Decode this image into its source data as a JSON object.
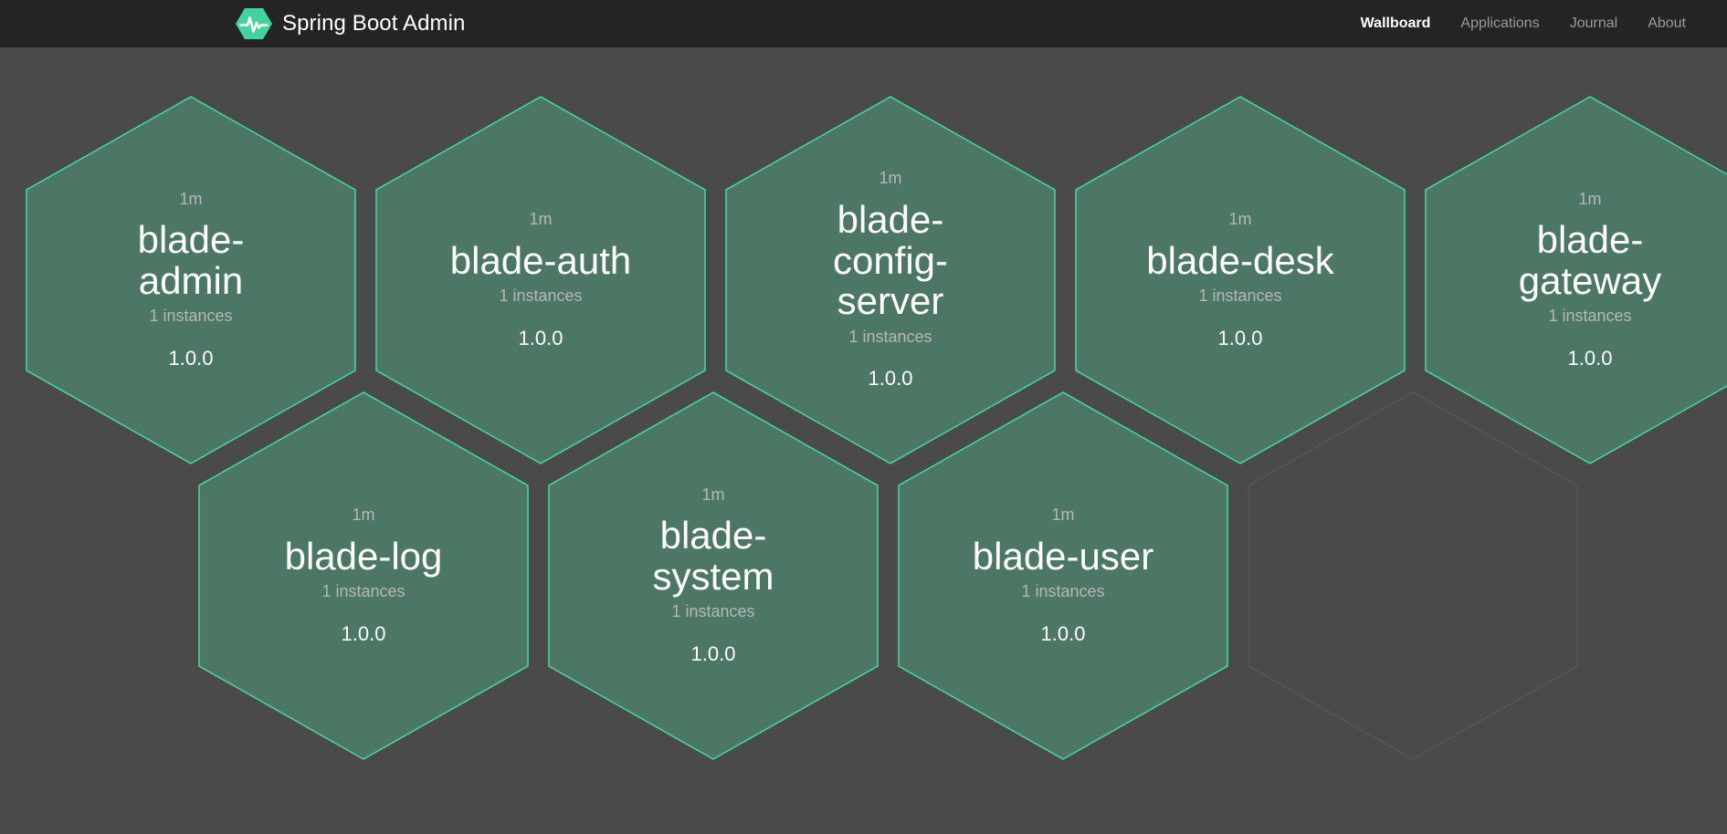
{
  "header": {
    "brand_title": "Spring Boot Admin",
    "logo_icon": "heartbeat-hexagon-icon",
    "nav": [
      {
        "label": "Wallboard",
        "active": true
      },
      {
        "label": "Applications",
        "active": false
      },
      {
        "label": "Journal",
        "active": false
      },
      {
        "label": "About",
        "active": false
      }
    ]
  },
  "colors": {
    "background": "#4a4a4a",
    "navbar": "#242424",
    "accent_green": "#42d39e",
    "hex_fill_up": "#4c7765",
    "hex_border_up": "#42d39e",
    "placeholder_border": "#565656",
    "text_primary": "#ffffff",
    "text_muted": "#b7b7b7",
    "nav_inactive": "#9a9a9a"
  },
  "wallboard": {
    "applications": [
      {
        "uptime": "1m",
        "name": "blade-admin",
        "instances": "1 instances",
        "version": "1.0.0",
        "status": "UP",
        "row": 0,
        "col": 0
      },
      {
        "uptime": "1m",
        "name": "blade-auth",
        "instances": "1 instances",
        "version": "1.0.0",
        "status": "UP",
        "row": 0,
        "col": 1
      },
      {
        "uptime": "1m",
        "name": "blade-config-server",
        "instances": "1 instances",
        "version": "1.0.0",
        "status": "UP",
        "row": 0,
        "col": 2
      },
      {
        "uptime": "1m",
        "name": "blade-desk",
        "instances": "1 instances",
        "version": "1.0.0",
        "status": "UP",
        "row": 0,
        "col": 3
      },
      {
        "uptime": "1m",
        "name": "blade-gateway",
        "instances": "1 instances",
        "version": "1.0.0",
        "status": "UP",
        "row": 0,
        "col": 4
      },
      {
        "uptime": "1m",
        "name": "blade-log",
        "instances": "1 instances",
        "version": "1.0.0",
        "status": "UP",
        "row": 1,
        "col": 0
      },
      {
        "uptime": "1m",
        "name": "blade-system",
        "instances": "1 instances",
        "version": "1.0.0",
        "status": "UP",
        "row": 1,
        "col": 1
      },
      {
        "uptime": "1m",
        "name": "blade-user",
        "instances": "1 instances",
        "version": "1.0.0",
        "status": "UP",
        "row": 1,
        "col": 2
      }
    ],
    "placeholder_slots": [
      {
        "row": 1,
        "col": 3
      }
    ]
  }
}
